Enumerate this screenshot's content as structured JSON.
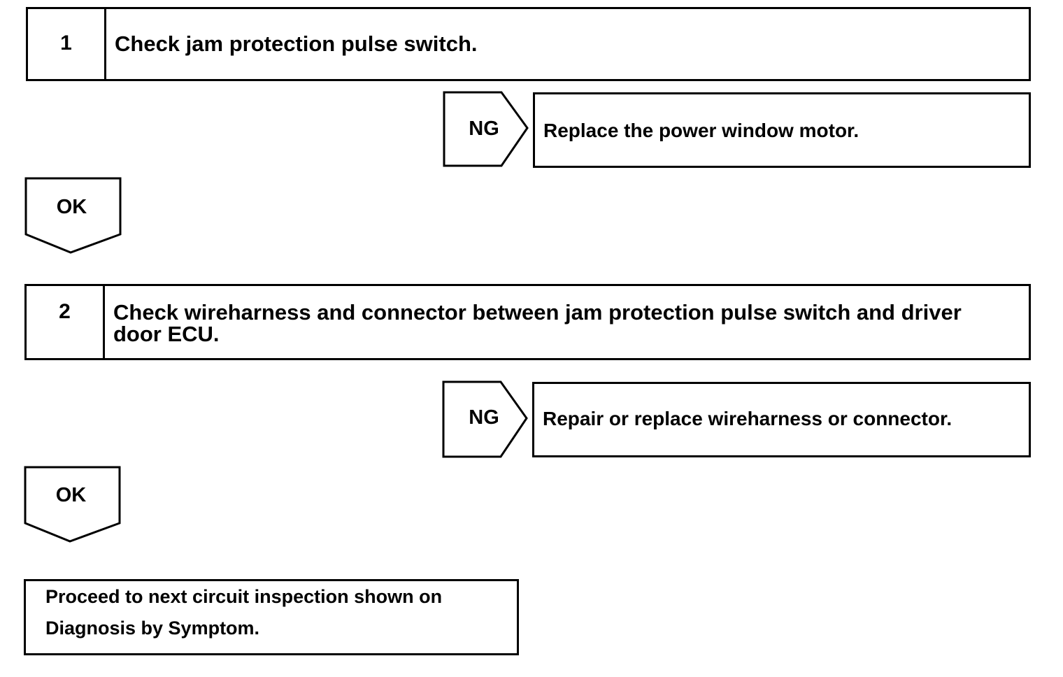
{
  "steps": [
    {
      "number": "1",
      "text": "Check jam protection pulse switch.",
      "ng_label": "NG",
      "ng_action": "Replace the power window motor.",
      "ok_label": "OK"
    },
    {
      "number": "2",
      "text": "Check wireharness and connector between jam protection pulse switch and driver door ECU.",
      "ng_label": "NG",
      "ng_action": "Repair or replace wireharness or connector.",
      "ok_label": "OK"
    }
  ],
  "final": {
    "line1": "Proceed to next circuit inspection shown on",
    "line2": "Diagnosis by Symptom."
  }
}
